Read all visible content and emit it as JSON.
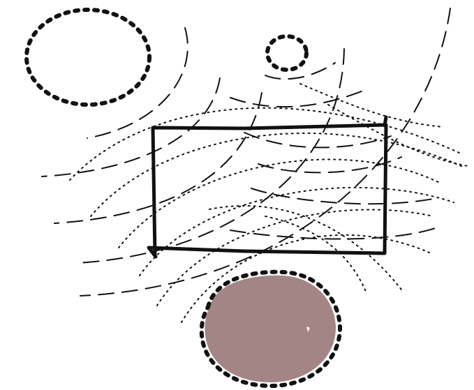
{
  "sketch": {
    "stroke_color": "#111111",
    "blob_fill_color": "#a38586",
    "background_color": "#ffffff",
    "shapes": [
      {
        "name": "dotted-ellipse-large",
        "style": "heavy-dotted"
      },
      {
        "name": "dotted-circle-small",
        "style": "heavy-dotted"
      },
      {
        "name": "dashed-arc-lines",
        "style": "long-dashed"
      },
      {
        "name": "dotted-wave-lines",
        "style": "fine-dotted"
      },
      {
        "name": "solid-rectangle",
        "style": "solid"
      },
      {
        "name": "filled-circle",
        "style": "filled-with-dotted-outline"
      }
    ]
  }
}
